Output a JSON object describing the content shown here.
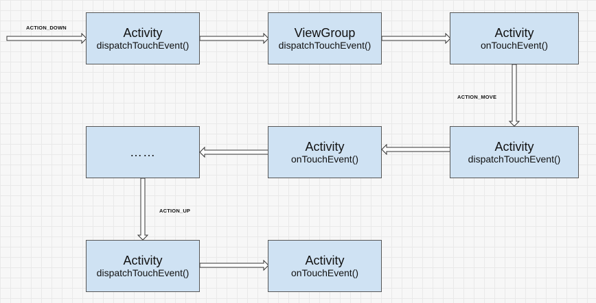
{
  "nodes": [
    {
      "id": "n1",
      "title": "Activity",
      "sub": "dispatchTouchEvent()"
    },
    {
      "id": "n2",
      "title": "ViewGroup",
      "sub": "dispatchTouchEvent()"
    },
    {
      "id": "n3",
      "title": "Activity",
      "sub": "onTouchEvent()"
    },
    {
      "id": "n4",
      "title": "Activity",
      "sub": "dispatchTouchEvent()"
    },
    {
      "id": "n5",
      "title": "Activity",
      "sub": "onTouchEvent()"
    },
    {
      "id": "n6",
      "title": "……"
    },
    {
      "id": "n7",
      "title": "Activity",
      "sub": "dispatchTouchEvent()"
    },
    {
      "id": "n8",
      "title": "Activity",
      "sub": "onTouchEvent()"
    }
  ],
  "edge_labels": {
    "action_down": "ACTION_DOWN",
    "action_move": "ACTION_MOVE",
    "action_up": "ACTION_UP"
  },
  "colors": {
    "node_fill": "#cfe2f3",
    "node_border": "#555555",
    "arrow_fill": "#ffffff",
    "arrow_stroke": "#333333"
  }
}
